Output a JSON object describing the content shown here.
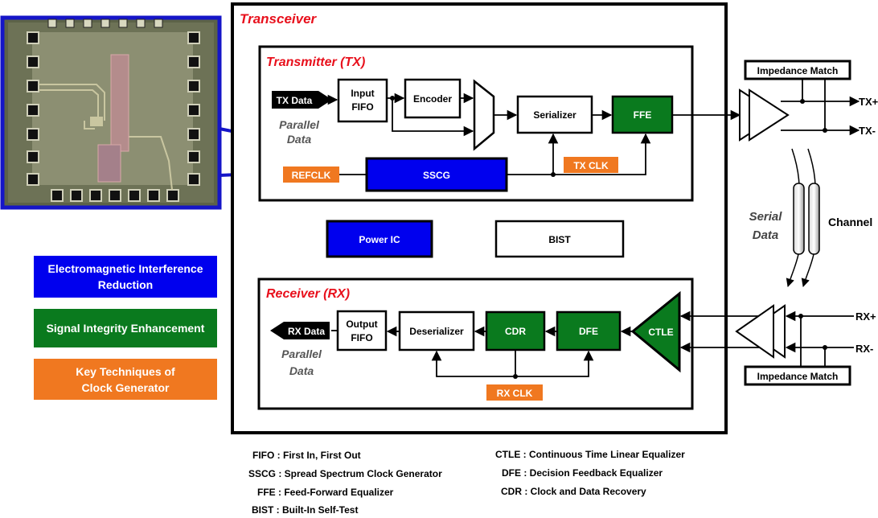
{
  "transceiver": {
    "title": "Transceiver",
    "transmitter": {
      "title": "Transmitter (TX)",
      "tx_data": "TX Data",
      "parallel_line1": "Parallel",
      "parallel_line2": "Data",
      "input_fifo_line1": "Input",
      "input_fifo_line2": "FIFO",
      "encoder": "Encoder",
      "serializer": "Serializer",
      "ffe": "FFE",
      "refclk": "REFCLK",
      "sscg": "SSCG",
      "tx_clk": "TX CLK"
    },
    "power_ic": "Power IC",
    "bist": "BIST",
    "receiver": {
      "title": "Receiver (RX)",
      "rx_data": "RX Data",
      "parallel_line1": "Parallel",
      "parallel_line2": "Data",
      "output_fifo_line1": "Output",
      "output_fifo_line2": "FIFO",
      "deserializer": "Deserializer",
      "cdr": "CDR",
      "dfe": "DFE",
      "ctle": "CTLE",
      "rx_clk": "RX CLK"
    }
  },
  "channel_side": {
    "impedance_match_top": "Impedance Match",
    "impedance_match_bottom": "Impedance Match",
    "tx_plus": "TX+",
    "tx_minus": "TX-",
    "rx_plus": "RX+",
    "rx_minus": "RX-",
    "serial_line1": "Serial",
    "serial_line2": "Data",
    "channel": "Channel"
  },
  "legend": [
    {
      "line1": "Electromagnetic Interference",
      "line2": "Reduction",
      "color": "#0000ee"
    },
    {
      "line1": "Signal Integrity Enhancement",
      "line2": "",
      "color": "#007a1a"
    },
    {
      "line1": "Key Techniques of",
      "line2": "Clock Generator",
      "color": "#f07820"
    }
  ],
  "abbreviations_left": [
    "FIFO : First In, First Out",
    "SSCG : Spread Spectrum Clock Generator",
    "FFE : Feed-Forward Equalizer",
    "BIST : Built-In Self-Test"
  ],
  "abbreviations_right": [
    "CTLE : Continuous Time Linear Equalizer",
    "DFE : Decision Feedback Equalizer",
    "CDR : Clock and Data Recovery"
  ],
  "colors": {
    "blue": "#0000ee",
    "green": "#0a7a1e",
    "orange": "#f07820",
    "title_red": "#e8101c"
  }
}
